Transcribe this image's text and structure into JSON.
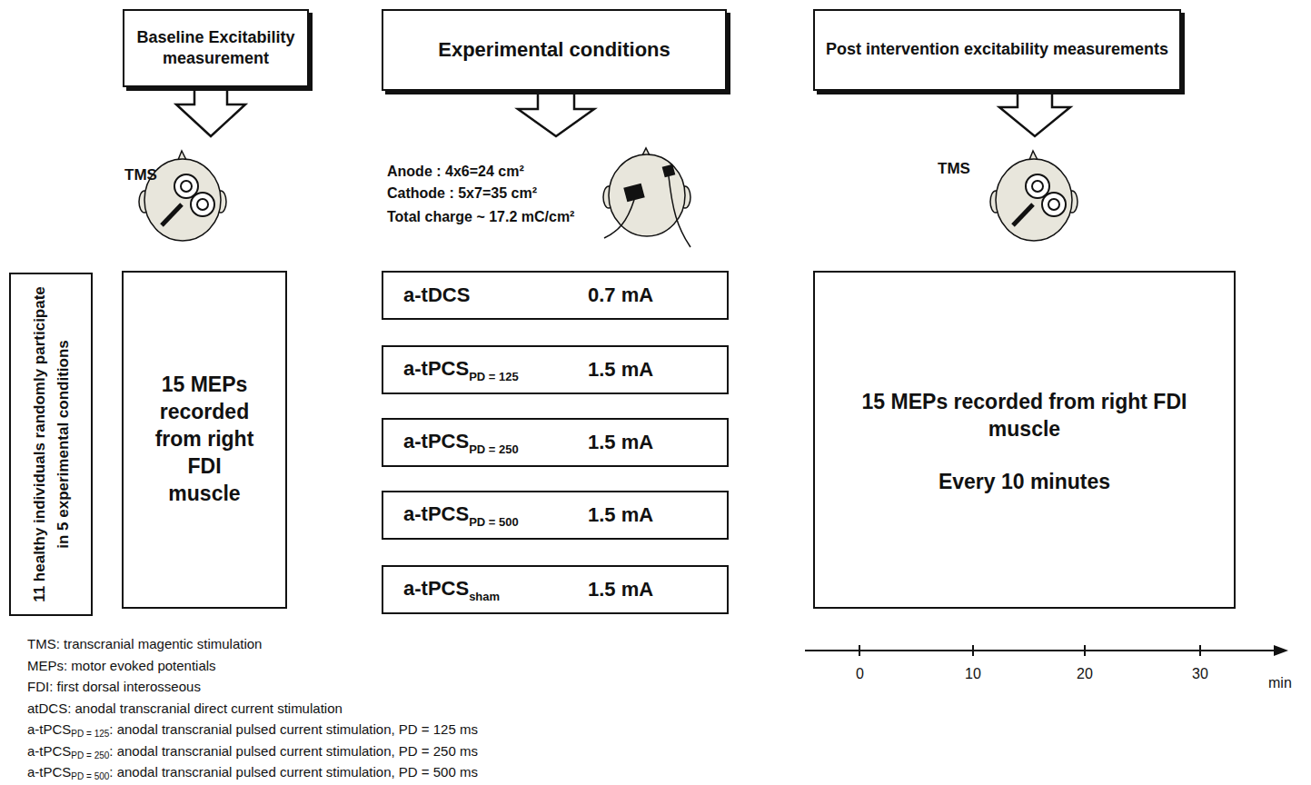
{
  "diagram": {
    "nodes": [
      {
        "text": [
          "Baseline Excitability measurement"
        ]
      },
      {
        "text": [
          "Experimental conditions"
        ]
      },
      {
        "text": [
          "Post intervention excitability measurements"
        ]
      },
      {
        "text": [
          "11 healthy individuals randomly participate in 5 experimental conditions"
        ]
      },
      {
        "text": [
          "15 MEPs recorded from right FDI muscle"
        ]
      },
      {
        "text": [
          "a-tDCS",
          "0.7 mA"
        ]
      },
      {
        "text": [
          "a-tPCS",
          "PD = 125",
          "1.5 mA"
        ]
      },
      {
        "text": [
          "a-tPCS",
          "PD = 250",
          "1.5 mA"
        ]
      },
      {
        "text": [
          "a-tPCS",
          "PD = 500",
          "1.5 mA"
        ]
      },
      {
        "text": [
          "a-tPCS",
          "sham",
          "1.5 mA"
        ]
      },
      {
        "text": [
          "15 MEPs recorded from right FDI muscle",
          "Every 10 minutes"
        ]
      }
    ],
    "edges": [],
    "labels": [
      "TMS",
      "Anode : 4x6=24 cm²",
      "Cathode : 5x7=35 cm²",
      "Total charge ~ 17.2 mC/cm²",
      "TMS",
      "0",
      "10",
      "20",
      "30",
      "min",
      "TMS: transcranial magentic stimulation",
      "MEPs: motor evoked potentials",
      "FDI: first dorsal interosseous",
      "atDCS: anodal transcranial direct current stimulation",
      "a-tPCS",
      "PD = 125",
      ": anodal transcranial pulsed current stimulation, PD = 125 ms",
      "a-tPCS",
      "PD = 250",
      ": anodal transcranial pulsed current stimulation, PD = 250 ms",
      "a-tPCS",
      "PD = 500",
      ": anodal transcranial pulsed current stimulation, PD = 500 ms"
    ]
  }
}
